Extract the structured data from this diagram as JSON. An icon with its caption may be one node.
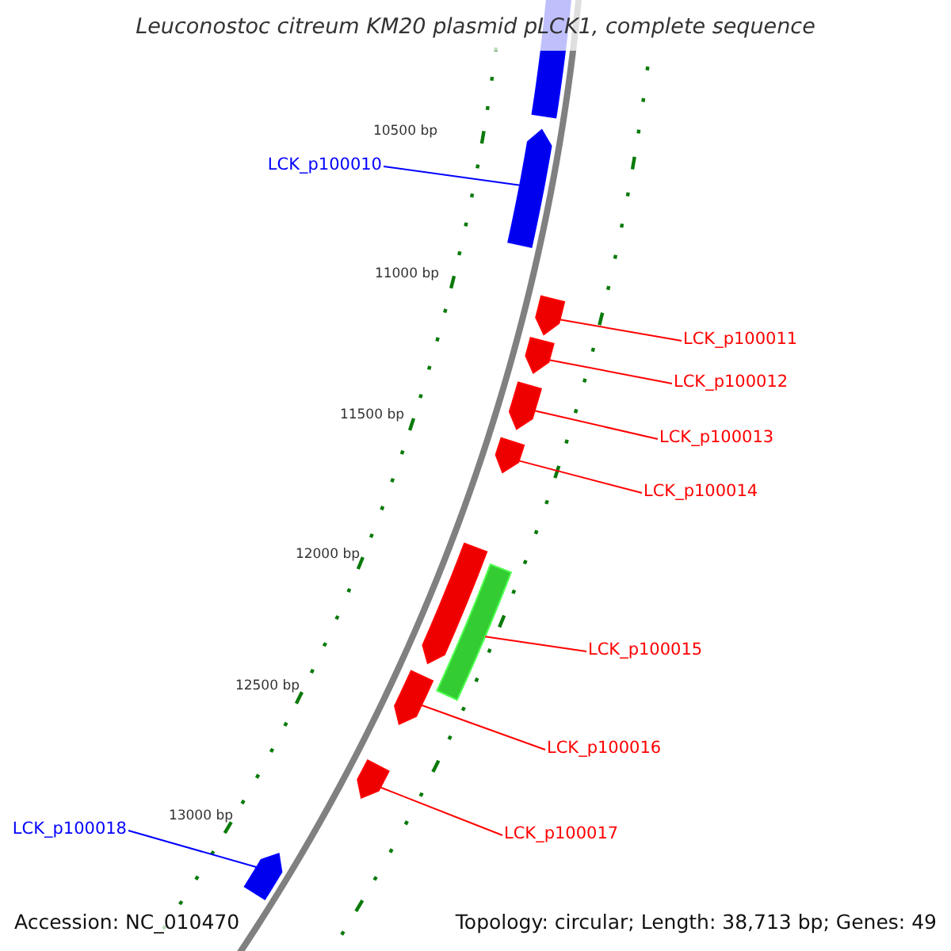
{
  "diagram": {
    "title": "Leuconostoc citreum KM20 plasmid pLCK1, complete sequence",
    "nodes": [
      {
        "text": [
          "LCK_p100010"
        ]
      },
      {
        "text": [
          "LCK_p100011"
        ]
      },
      {
        "text": [
          "LCK_p100012"
        ]
      },
      {
        "text": [
          "LCK_p100013"
        ]
      },
      {
        "text": [
          "LCK_p100014"
        ]
      },
      {
        "text": [
          "LCK_p100015"
        ]
      },
      {
        "text": [
          "LCK_p100016"
        ]
      },
      {
        "text": [
          "LCK_p100017"
        ]
      },
      {
        "text": [
          "LCK_p100018"
        ]
      },
      {
        "text": [],
        "shape": "bar"
      },
      {
        "text": [],
        "shape": "bar"
      },
      {
        "text": [],
        "shape": "bar"
      },
      {
        "text": [],
        "shape": "bar"
      },
      {
        "text": [],
        "shape": "bar"
      },
      {
        "text": [],
        "shape": "bar"
      },
      {
        "text": [],
        "shape": "bar"
      },
      {
        "text": [],
        "shape": "bar"
      },
      {
        "text": [],
        "shape": "bar"
      },
      {
        "text": [],
        "shape": "bar"
      },
      {
        "text": [],
        "shape": "bar"
      }
    ],
    "edges": [
      {
        "from": 0,
        "to": 10,
        "arrow": "none",
        "color": "#0000ff"
      },
      {
        "from": 1,
        "to": 11,
        "arrow": "none"
      },
      {
        "from": 2,
        "to": 12,
        "arrow": "none"
      },
      {
        "from": 3,
        "to": 13,
        "arrow": "none"
      },
      {
        "from": 4,
        "to": 14,
        "arrow": "none"
      },
      {
        "from": 5,
        "to": 16,
        "arrow": "none"
      },
      {
        "from": 6,
        "to": 17,
        "arrow": "none"
      },
      {
        "from": 7,
        "to": 18,
        "arrow": "none"
      },
      {
        "from": 8,
        "to": 19,
        "arrow": "none",
        "color": "#0000ff"
      }
    ],
    "labels": [
      "10500 bp",
      "11000 bp",
      "11500 bp",
      "12000 bp",
      "12500 bp",
      "13000 bp",
      "Accession: NC_010470",
      "Topology: circular; Length: 38,713 bp; Genes: 49"
    ]
  }
}
